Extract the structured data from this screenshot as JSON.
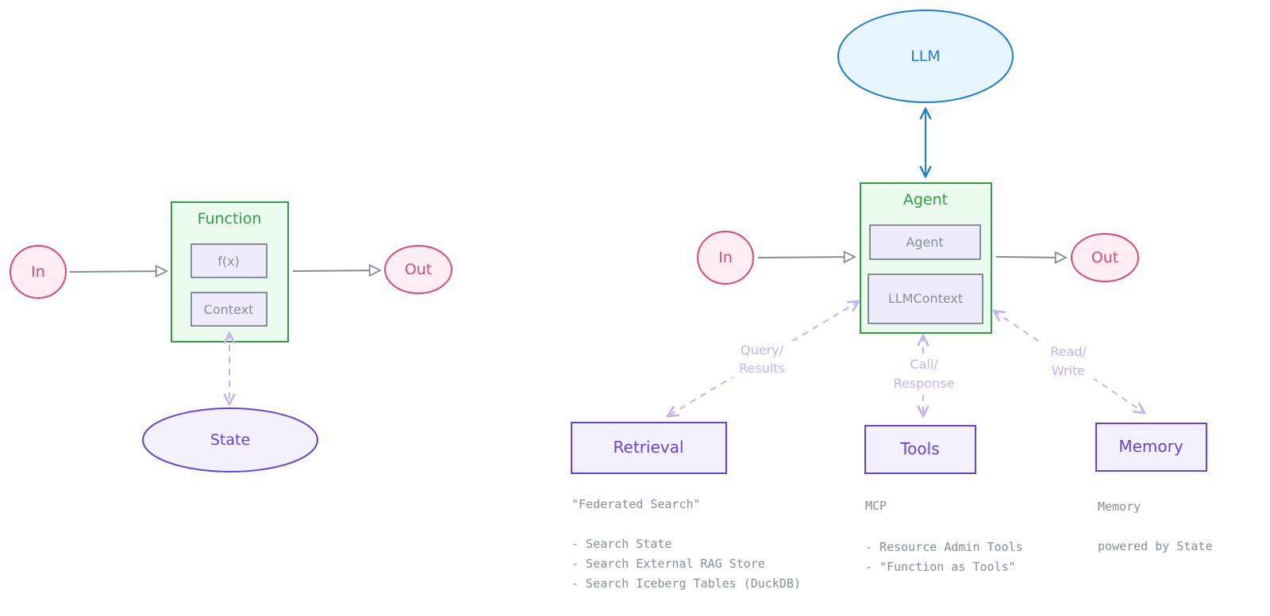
{
  "colors": {
    "pink_stroke": "#e0457b",
    "pink_fill": "#fdeef3",
    "green_stroke": "#2f9e44",
    "green_fill": "#ebfbee",
    "purple_stroke": "#6741d9",
    "purple_fill": "#f3f0ff",
    "inner_box_stroke": "#868e96",
    "inner_box_fill": "#eeebfa",
    "gray_text": "#868e96",
    "arrow_gray": "#868e96",
    "blue_stroke": "#1c7ed6",
    "blue_fill": "#e7f5ff",
    "lavender_arrow": "#c3b2f5"
  },
  "left": {
    "in_label": "In",
    "out_label": "Out",
    "function_title": "Function",
    "fx_label": "f(x)",
    "context_label": "Context",
    "state_label": "State"
  },
  "right": {
    "llm_label": "LLM",
    "agent_title": "Agent",
    "agent_inner_label": "Agent",
    "llmcontext_label": "LLMContext",
    "in_label": "In",
    "out_label": "Out",
    "query_label_1": "Query/",
    "query_label_2": "Results",
    "call_label_1": "Call/",
    "call_label_2": "Response",
    "rw_label_1": "Read/",
    "rw_label_2": "Write",
    "retrieval_label": "Retrieval",
    "tools_label": "Tools",
    "memory_label": "Memory",
    "retrieval_notes": [
      "\"Federated Search\"",
      "- Search State",
      "- Search External RAG Store",
      "- Search Iceberg Tables (DuckDB)"
    ],
    "tools_notes": [
      "MCP",
      "- Resource Admin Tools",
      "- \"Function as Tools\""
    ],
    "memory_notes": [
      "Memory",
      "powered by State"
    ]
  }
}
